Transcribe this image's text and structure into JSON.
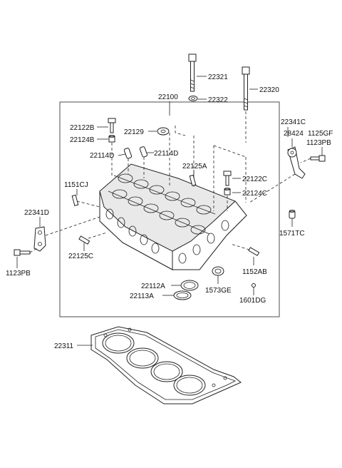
{
  "labels": {
    "p22321": "22321",
    "p22320": "22320",
    "p22322": "22322",
    "p22100": "22100",
    "p22122B": "22122B",
    "p22124B": "22124B",
    "p22129": "22129",
    "p22341C": "22341C",
    "p28424": "28424",
    "p1125GF": "1125GF",
    "p1123PB_right": "1123PB",
    "p22114D_left": "22114D",
    "p22114D_right": "22114D",
    "p22125A": "22125A",
    "p1151CJ": "1151CJ",
    "p22122C": "22122C",
    "p22124C": "22124C",
    "p22341D": "22341D",
    "p1571TC": "1571TC",
    "p22125C": "22125C",
    "p1123PB_left": "1123PB",
    "p1152AB": "1152AB",
    "p22112A": "22112A",
    "p1573GE": "1573GE",
    "p22113A": "22113A",
    "p1601DG": "1601DG",
    "p22311": "22311"
  }
}
